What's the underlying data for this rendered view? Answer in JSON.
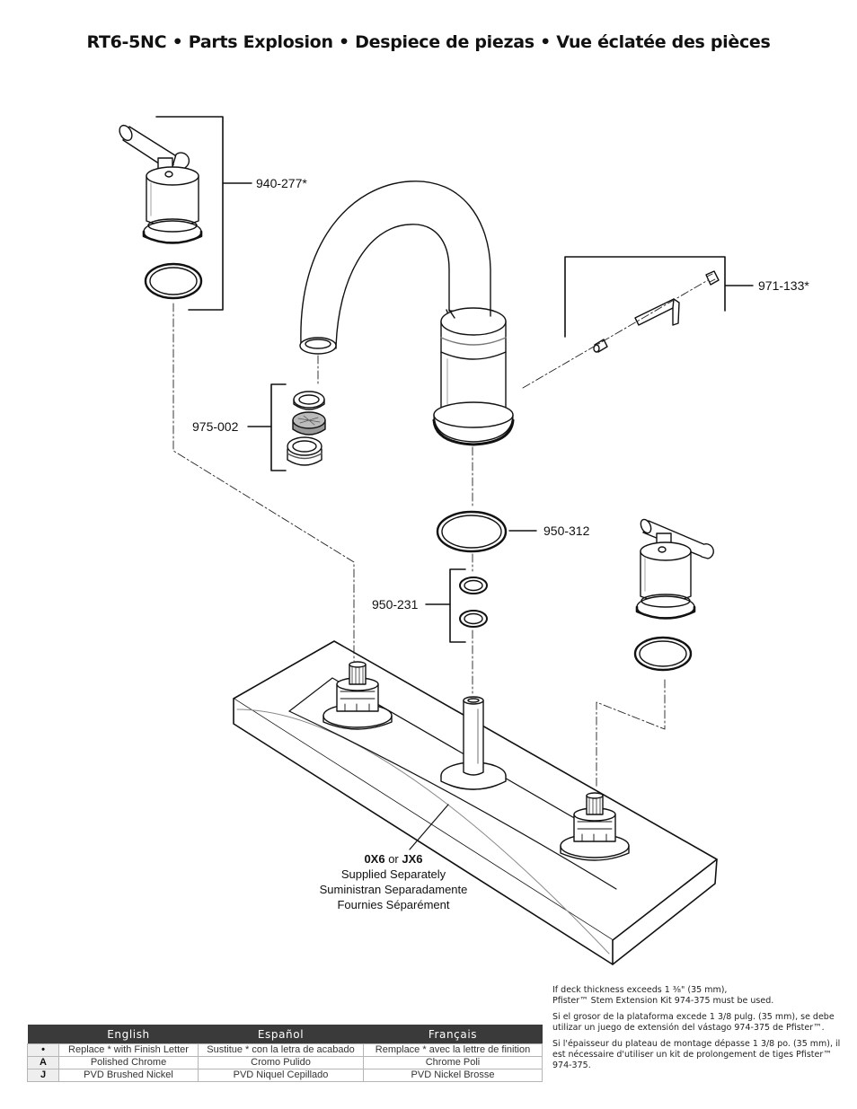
{
  "title": "RT6-5NC • Parts Explosion • Despiece de piezas • Vue éclatée des pièces",
  "parts": {
    "handle_kit": "940-277*",
    "aerator": "975-002",
    "hex_key_kit": "971-133*",
    "spout_gasket": "950-312",
    "o_rings": "950-231"
  },
  "valve_note": {
    "code_a": "0X6",
    "or": " or ",
    "code_b": "JX6",
    "line_en": "Supplied Separately",
    "line_es": "Suministran Separadamente",
    "line_fr": "Fournies Séparément"
  },
  "notes": {
    "en_line1": "If deck thickness exceeds 1 ³⁄₈\" (35 mm),",
    "en_line2": "Pfister™ Stem Extension Kit 974-375 must be used.",
    "es": "Si el grosor de la plataforma excede 1 3/8 pulg. (35 mm), se debe utilizar un juego de extensión del vástago 974-375 de Pfister™.",
    "fr": "Si l'épaisseur du plateau de montage dépasse 1 3/8 po. (35 mm), il est nécessaire d'utiliser un kit de prolongement de tiges Pfister™ 974-375."
  },
  "finish_table": {
    "headers": [
      "English",
      "Español",
      "Français"
    ],
    "rows": [
      {
        "code": "•",
        "en": "Replace * with Finish Letter",
        "es": "Sustitue * con la letra de acabado",
        "fr": "Remplace * avec la lettre de finition"
      },
      {
        "code": "A",
        "en": "Polished Chrome",
        "es": "Cromo Pulido",
        "fr": "Chrome Poli"
      },
      {
        "code": "J",
        "en": "PVD Brushed Nickel",
        "es": "PVD Niquel Cepillado",
        "fr": "PVD Nickel Brosse"
      }
    ]
  }
}
